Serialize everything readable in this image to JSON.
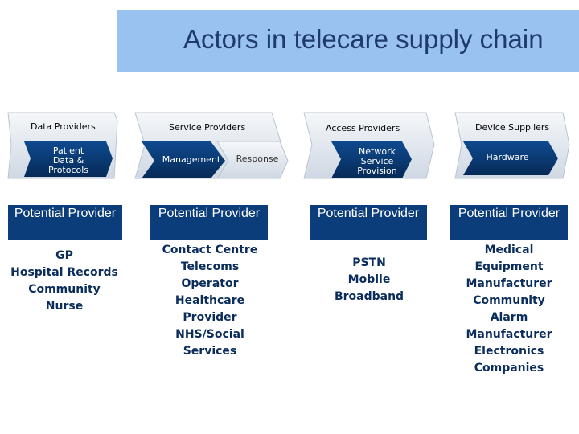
{
  "title": "Actors in telecare supply chain",
  "colors": {
    "title_band": "#99c2f0",
    "panel_dark": "#0a3d7a",
    "panel_light": "#e6ecf3",
    "title_text": "#1e3a6e"
  },
  "columns": [
    {
      "header": "Data Providers",
      "shapes": [
        "Patient Data & Protocols"
      ],
      "potential": "Potential Provider",
      "items": [
        "GP",
        "Hospital Records",
        "Community Nurse"
      ]
    },
    {
      "header": "Service Providers",
      "shapes": [
        "Management",
        "Response"
      ],
      "potential": "Potential Provider",
      "items": [
        "Contact Centre",
        "Telecoms Operator",
        "Healthcare Provider",
        "NHS/Social Services"
      ]
    },
    {
      "header": "Access Providers",
      "shapes": [
        "Network Service Provision"
      ],
      "potential": "Potential Provider",
      "items": [
        "PSTN",
        "Mobile",
        "Broadband"
      ]
    },
    {
      "header": "Device Suppliers",
      "shapes": [
        "Hardware"
      ],
      "potential": "Potential Provider",
      "items": [
        "Medical Equipment Manufacturer",
        "Community Alarm Manufacturer",
        "Electronics Companies"
      ]
    }
  ]
}
